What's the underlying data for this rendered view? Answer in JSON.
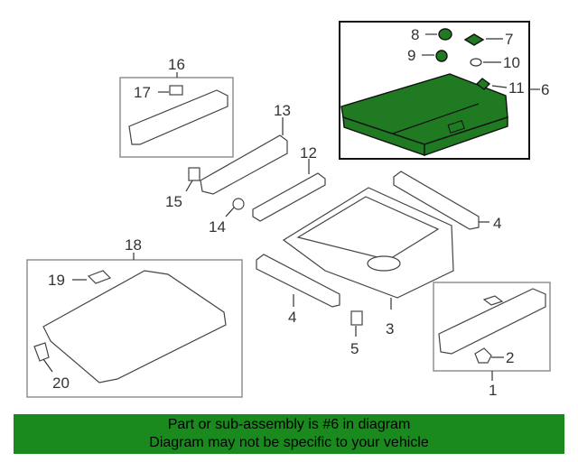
{
  "callouts": {
    "c1": "1",
    "c2": "2",
    "c3": "3",
    "c4a": "4",
    "c4b": "4",
    "c5": "5",
    "c6": "6",
    "c7": "7",
    "c8": "8",
    "c9": "9",
    "c10": "10",
    "c11": "11",
    "c12": "12",
    "c13": "13",
    "c14": "14",
    "c15": "15",
    "c16": "16",
    "c17": "17",
    "c18": "18",
    "c19": "19",
    "c20": "20"
  },
  "banner": {
    "line1": "Part or sub-assembly is #6 in diagram",
    "line2": "Diagram may not be specific to your vehicle"
  },
  "colors": {
    "highlight": "#1f7a22",
    "banner": "#1a8a1f"
  }
}
